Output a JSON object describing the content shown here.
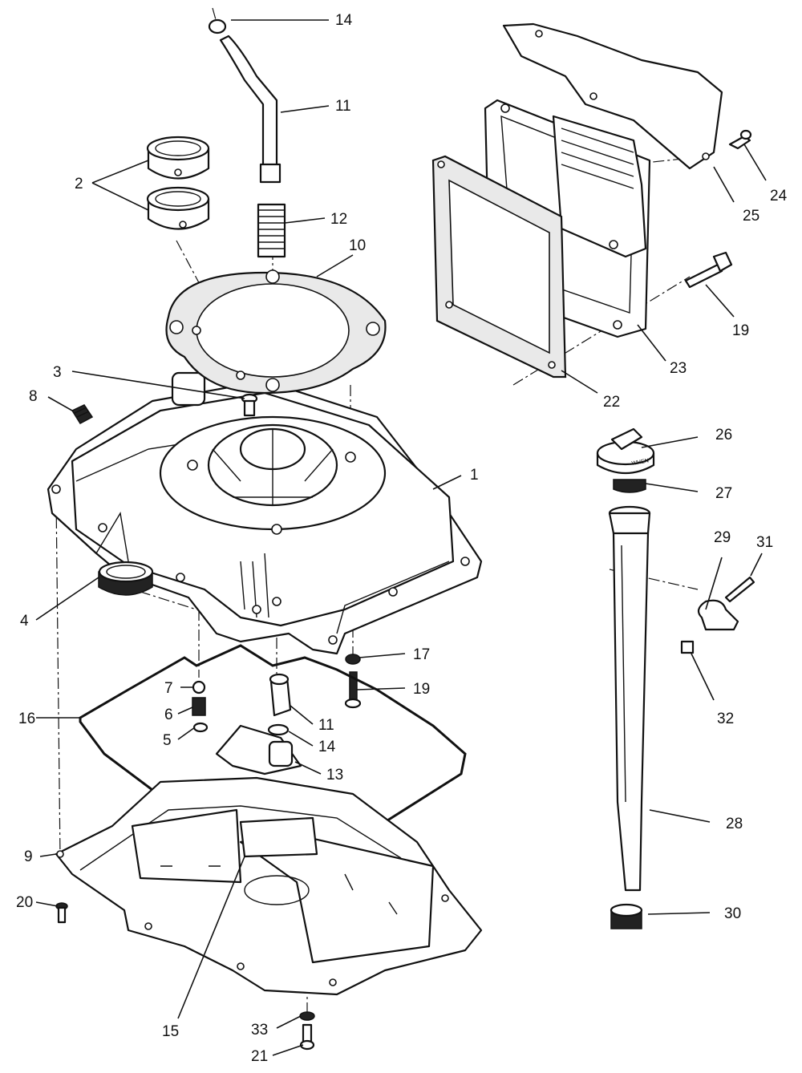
{
  "diagram": {
    "callouts": [
      {
        "id": "c1",
        "text": "1"
      },
      {
        "id": "c2",
        "text": "2"
      },
      {
        "id": "c3",
        "text": "3"
      },
      {
        "id": "c4",
        "text": "4"
      },
      {
        "id": "c5",
        "text": "5"
      },
      {
        "id": "c6",
        "text": "6"
      },
      {
        "id": "c7",
        "text": "7"
      },
      {
        "id": "c8",
        "text": "8"
      },
      {
        "id": "c9",
        "text": "9"
      },
      {
        "id": "c10",
        "text": "10"
      },
      {
        "id": "c11a",
        "text": "11"
      },
      {
        "id": "c11b",
        "text": "11"
      },
      {
        "id": "c12",
        "text": "12"
      },
      {
        "id": "c13",
        "text": "13"
      },
      {
        "id": "c14a",
        "text": "14"
      },
      {
        "id": "c14b",
        "text": "14"
      },
      {
        "id": "c15",
        "text": "15"
      },
      {
        "id": "c16",
        "text": "16"
      },
      {
        "id": "c17",
        "text": "17"
      },
      {
        "id": "c19a",
        "text": "19"
      },
      {
        "id": "c19b",
        "text": "19"
      },
      {
        "id": "c20",
        "text": "20"
      },
      {
        "id": "c21",
        "text": "21"
      },
      {
        "id": "c22",
        "text": "22"
      },
      {
        "id": "c23",
        "text": "23"
      },
      {
        "id": "c24",
        "text": "24"
      },
      {
        "id": "c25",
        "text": "25"
      },
      {
        "id": "c26",
        "text": "26"
      },
      {
        "id": "c27",
        "text": "27"
      },
      {
        "id": "c28",
        "text": "28"
      },
      {
        "id": "c29",
        "text": "29"
      },
      {
        "id": "c30",
        "text": "30"
      },
      {
        "id": "c31",
        "text": "31"
      },
      {
        "id": "c32",
        "text": "32"
      },
      {
        "id": "c33",
        "text": "33"
      }
    ]
  }
}
